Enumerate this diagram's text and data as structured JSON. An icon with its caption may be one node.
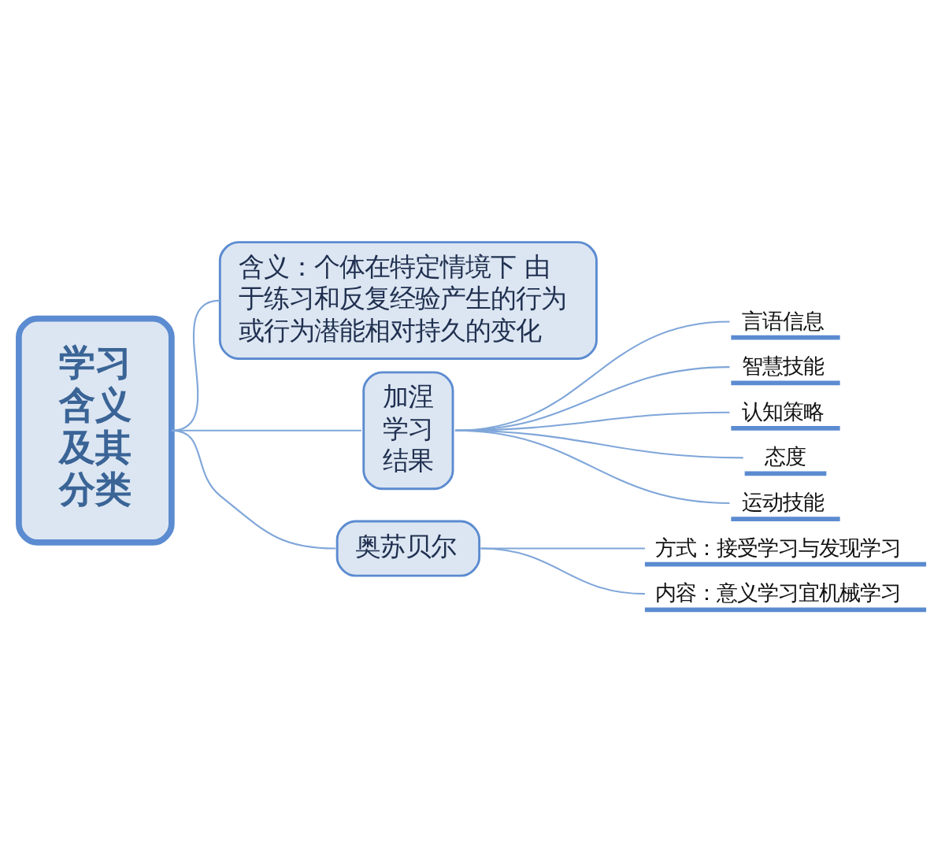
{
  "diagram": {
    "nodes": [
      {
        "text": [
          "学习含义及其分类"
        ]
      },
      {
        "text": [
          "含义：个体在特定情境下 由于练习和反复经验产生的行为或行为潜能相对持久的变化"
        ]
      },
      {
        "text": [
          "加涅学习结果"
        ]
      },
      {
        "text": [
          "言语信息"
        ]
      },
      {
        "text": [
          "智慧技能"
        ]
      },
      {
        "text": [
          "认知策略"
        ]
      },
      {
        "text": [
          "态度"
        ]
      },
      {
        "text": [
          "运动技能"
        ]
      },
      {
        "text": [
          "奥苏贝尔"
        ]
      },
      {
        "text": [
          "方式：接受学习与发现学习"
        ]
      },
      {
        "text": [
          "内容：意义学习宜机械学习"
        ]
      }
    ],
    "edges": [
      {
        "from": 0,
        "to": 1,
        "arrow": "none"
      },
      {
        "from": 0,
        "to": 2,
        "arrow": "none"
      },
      {
        "from": 0,
        "to": 8,
        "arrow": "none"
      },
      {
        "from": 2,
        "to": 3,
        "arrow": "none"
      },
      {
        "from": 2,
        "to": 4,
        "arrow": "none"
      },
      {
        "from": 2,
        "to": 5,
        "arrow": "none"
      },
      {
        "from": 2,
        "to": 6,
        "arrow": "none"
      },
      {
        "from": 2,
        "to": 7,
        "arrow": "none"
      },
      {
        "from": 8,
        "to": 9,
        "arrow": "none"
      },
      {
        "from": 8,
        "to": 10,
        "arrow": "none"
      }
    ]
  }
}
